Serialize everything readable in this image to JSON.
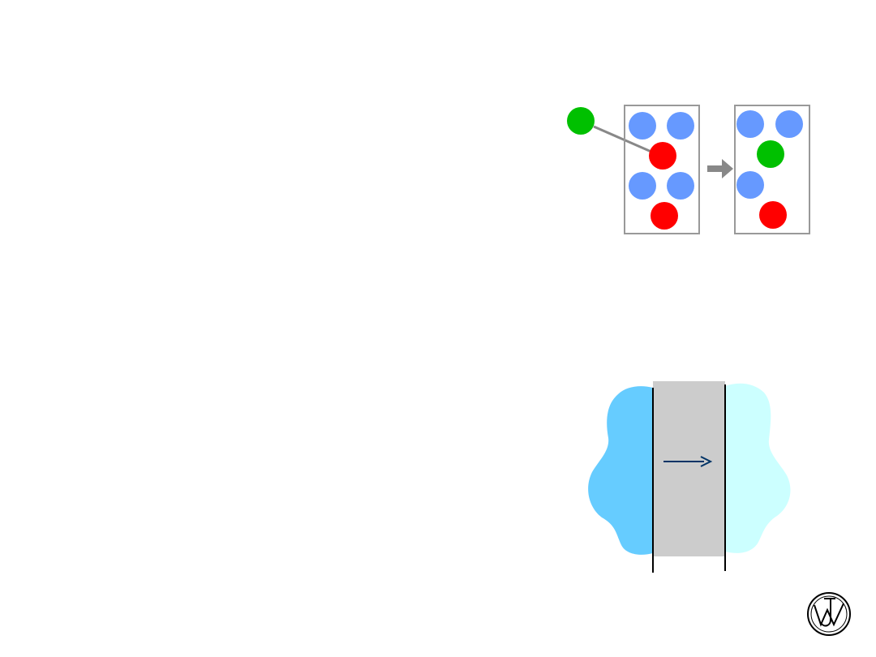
{
  "diagram_substitution": {
    "incoming_particle_color": "#00c000",
    "particle_colors": {
      "blue": "#6699ff",
      "red": "#ff0000",
      "green": "#00c000"
    },
    "box_border_color": "#999999",
    "arrow_color": "#888888",
    "before_box": [
      "blue",
      "blue",
      "red",
      "blue",
      "blue",
      "red"
    ],
    "after_box": [
      "blue",
      "blue",
      "green",
      "blue",
      "red"
    ]
  },
  "diagram_membrane": {
    "left_region_color": "#66ccff",
    "right_region_color": "#ccffff",
    "membrane_color": "#cccccc",
    "boundary_line_color": "#000000",
    "flow_arrow_color": "#003366",
    "flow_direction": "left-to-right"
  },
  "logo": {
    "name": "publisher-logo",
    "letters": "JW"
  }
}
